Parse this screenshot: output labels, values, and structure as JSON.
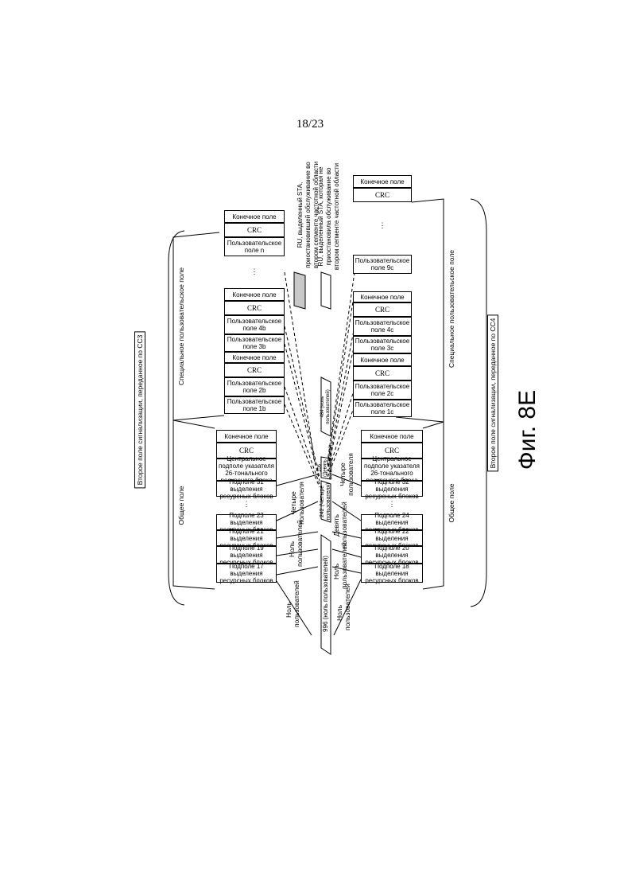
{
  "page_number": "18/23",
  "figure_label": "Фиг. 8E",
  "left": {
    "signaling_label": "Второе поле сигнализации, переданное по CC3",
    "common_label": "Общее поле",
    "dedicated_label": "Специальное пользовательское поле",
    "common_blocks": [
      "Конечное поле",
      "CRC",
      "Центральное подполе указателя 26-тонального ресурсного блока",
      "Подполе 31 выделения ресурсных блоков",
      "Подполе 23 выделения ресурсных блоков",
      "Подполе 21 выделения ресурсных блоков",
      "Подполе 19 выделения ресурсных блоков",
      "Подполе 17 выделения ресурсных блоков"
    ],
    "user_blocks_top": [
      "Конечное поле",
      "CRC",
      "Пользовательское поле n"
    ],
    "user_blocks_mid": [
      "Конечное поле",
      "CRC",
      "Пользовательское поле 4b",
      "Пользовательское поле 3b",
      "Конечное поле",
      "CRC",
      "Пользовательское поле 2b",
      "Пользовательское поле 1b"
    ]
  },
  "right": {
    "signaling_label": "Второе поле сигнализации, переданное по CC4",
    "common_label": "Общее поле",
    "dedicated_label": "Специальное пользовательское поле",
    "common_blocks": [
      "Конечное поле",
      "CRC",
      "Центральное подполе указателя 26-тонального ресурсного блока",
      "Подполе 32 выделения ресурсных блоков",
      "Подполе 24 выделения ресурсных блоков",
      "Подполе 22 выделения ресурсных блоков",
      "Подполе 20 выделения ресурсных блоков",
      "Подполе 18 выделения ресурсных блоков"
    ],
    "user_blocks_top": [
      "Конечное поле",
      "CRC"
    ],
    "user_blocks_mid": [
      "Пользовательское поле 9c",
      "Конечное поле",
      "CRC",
      "Пользовательское поле 4c",
      "Пользовательское поле 3c",
      "Конечное поле",
      "CRC",
      "Пользовательское поле 2c",
      "Пользовательское поле 1c"
    ]
  },
  "legend": {
    "suspended": "RU, выделенный STA, приостановившей обслуживание во втором сегменте частотной области",
    "not_suspended": "RU, выделенный STA, которая не приостановила обслуживание во втором сегменте частотной области"
  },
  "bar_labels": {
    "ru996": "996 (ноль пользователей)",
    "ru242": "242 (Четыре пользователя)",
    "ru106": "106 (Девять пользователей)",
    "ru484": "484 (ноль пользователей)"
  },
  "arrow_labels": {
    "zero_users_left_1": "Ноль пользователей",
    "zero_users_left_2": "Ноль пользователей",
    "four_users_left": "Четыре пользователя",
    "zero_users_right_1": "Ноль пользователей",
    "zero_users_right_2": "Ноль пользователей",
    "nine_users_right": "Девять пользователей",
    "four_users_right": "Четыре пользователя"
  },
  "colors": {
    "suspended_fill": "#c8c8c8",
    "not_suspended_fill": "#ffffff"
  }
}
